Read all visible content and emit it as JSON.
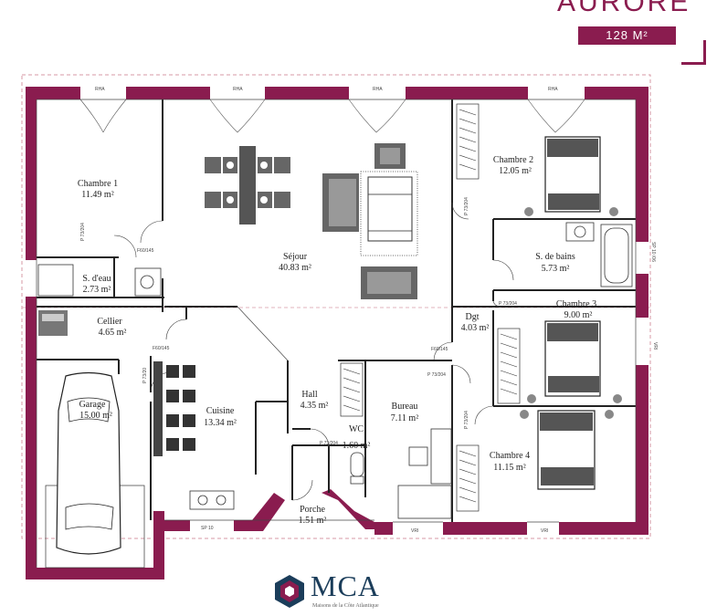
{
  "header": {
    "title": "AURORE",
    "area": "128 M²"
  },
  "rooms": {
    "chambre1": {
      "name": "Chambre 1",
      "area": "11.49 m²"
    },
    "sejour": {
      "name": "Séjour",
      "area": "40.83 m²"
    },
    "chambre2": {
      "name": "Chambre 2",
      "area": "12.05 m²"
    },
    "sdb": {
      "name": "S. de bains",
      "area": "5.73 m²"
    },
    "sdeau": {
      "name": "S. d'eau",
      "area": "2.73 m²"
    },
    "cellier": {
      "name": "Cellier",
      "area": "4.65 m²"
    },
    "dgt": {
      "name": "Dgt",
      "area": "4.03 m²"
    },
    "chambre3": {
      "name": "Chambre 3",
      "area": "9.00 m²"
    },
    "garage": {
      "name": "Garage",
      "area": "15.00 m²"
    },
    "cuisine": {
      "name": "Cuisine",
      "area": "13.34 m²"
    },
    "hall": {
      "name": "Hall",
      "area": "4.35 m²"
    },
    "bureau": {
      "name": "Bureau",
      "area": "7.11 m²"
    },
    "wc": {
      "name": "WC",
      "area": "1.60 m²"
    },
    "chambre4": {
      "name": "Chambre 4",
      "area": "11.15 m²"
    },
    "porche": {
      "name": "Porche",
      "area": "1.51 m²"
    }
  },
  "labels": {
    "rha": "RHA",
    "p73204": "P 73/204",
    "f60145": "F60/145",
    "vri": "VRI",
    "sp10": "SP 10",
    "sp10_06": "SP 10 /06",
    "p7320": "P 73/20"
  },
  "logo": {
    "name": "MCA",
    "tagline": "Maisons de la Côte Atlantique"
  },
  "colors": {
    "wall": "#8a1c4f",
    "accent": "#8a1c4f",
    "logo_blue": "#1b3d5a"
  }
}
